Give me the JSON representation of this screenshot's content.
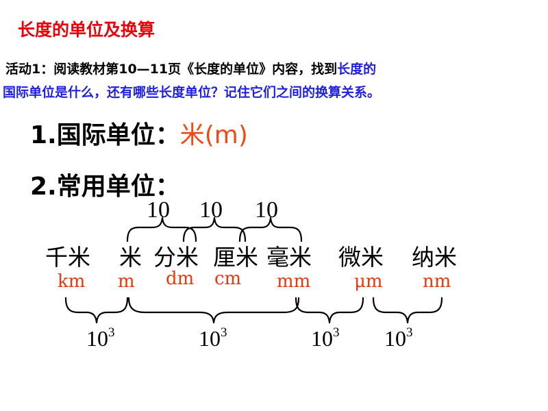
{
  "title": "长度的单位及换算",
  "activity": {
    "line1_prefix": "活动1：阅读教材第10—11页《长度的单位》内容，找到",
    "line1_highlight": "长度的",
    "line2": "国际单位是什么，还有哪些长度单位？记住它们之间的换算关系。"
  },
  "si_unit": {
    "label": "1.国际单位：",
    "value": "米(m)"
  },
  "common_units": {
    "label": "2.常用单位："
  },
  "units_cn": [
    "千米",
    "米",
    "分米",
    "厘米",
    "毫米",
    "微米",
    "纳米"
  ],
  "units_sym": [
    "km",
    "m",
    "dm",
    "cm",
    "mm",
    "μm",
    "nm"
  ],
  "factors_10": [
    "10",
    "10",
    "10"
  ],
  "factors_power": {
    "base": "10",
    "exponent": "3",
    "count": 4
  },
  "colors": {
    "title": "#e8000b",
    "activity_blue": "#1f1fe0",
    "si_value": "#f04a14",
    "unit_symbol": "#e8380d"
  }
}
